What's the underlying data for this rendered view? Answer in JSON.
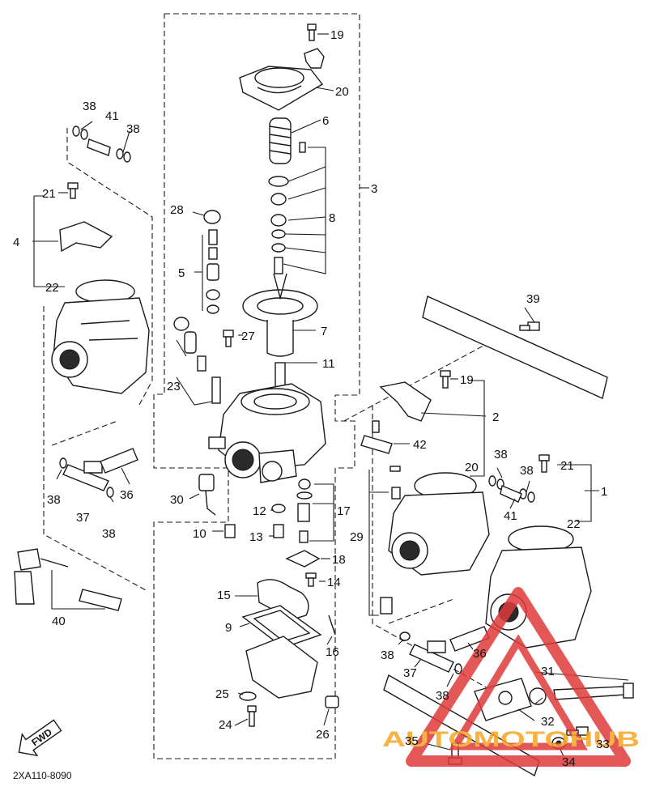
{
  "diagram": {
    "part_labels": [
      {
        "id": "19a",
        "text": "19"
      },
      {
        "id": "20a",
        "text": "20"
      },
      {
        "id": "6",
        "text": "6"
      },
      {
        "id": "3",
        "text": "3"
      },
      {
        "id": "8",
        "text": "8"
      },
      {
        "id": "38a",
        "text": "38"
      },
      {
        "id": "41a",
        "text": "41"
      },
      {
        "id": "38b",
        "text": "38"
      },
      {
        "id": "21a",
        "text": "21"
      },
      {
        "id": "4",
        "text": "4"
      },
      {
        "id": "22a",
        "text": "22"
      },
      {
        "id": "28",
        "text": "28"
      },
      {
        "id": "5",
        "text": "5"
      },
      {
        "id": "27",
        "text": "27"
      },
      {
        "id": "7",
        "text": "7"
      },
      {
        "id": "11",
        "text": "11"
      },
      {
        "id": "23",
        "text": "23"
      },
      {
        "id": "39",
        "text": "39"
      },
      {
        "id": "19b",
        "text": "19"
      },
      {
        "id": "2",
        "text": "2"
      },
      {
        "id": "42",
        "text": "42"
      },
      {
        "id": "38c",
        "text": "38"
      },
      {
        "id": "37a",
        "text": "37"
      },
      {
        "id": "36a",
        "text": "36"
      },
      {
        "id": "38d",
        "text": "38"
      },
      {
        "id": "30",
        "text": "30"
      },
      {
        "id": "10",
        "text": "10"
      },
      {
        "id": "12",
        "text": "12"
      },
      {
        "id": "13",
        "text": "13"
      },
      {
        "id": "17",
        "text": "17"
      },
      {
        "id": "18",
        "text": "18"
      },
      {
        "id": "14",
        "text": "14"
      },
      {
        "id": "29",
        "text": "29"
      },
      {
        "id": "20b",
        "text": "20"
      },
      {
        "id": "38e",
        "text": "38"
      },
      {
        "id": "38f",
        "text": "38"
      },
      {
        "id": "21b",
        "text": "21"
      },
      {
        "id": "1",
        "text": "1"
      },
      {
        "id": "41b",
        "text": "41"
      },
      {
        "id": "22b",
        "text": "22"
      },
      {
        "id": "40",
        "text": "40"
      },
      {
        "id": "15",
        "text": "15"
      },
      {
        "id": "9",
        "text": "9"
      },
      {
        "id": "16",
        "text": "16"
      },
      {
        "id": "25",
        "text": "25"
      },
      {
        "id": "24",
        "text": "24"
      },
      {
        "id": "26",
        "text": "26"
      },
      {
        "id": "38g",
        "text": "38"
      },
      {
        "id": "36b",
        "text": "36"
      },
      {
        "id": "37b",
        "text": "37"
      },
      {
        "id": "38h",
        "text": "38"
      },
      {
        "id": "31",
        "text": "31"
      },
      {
        "id": "32",
        "text": "32"
      },
      {
        "id": "35",
        "text": "35"
      },
      {
        "id": "33",
        "text": "33"
      },
      {
        "id": "34",
        "text": "34"
      }
    ],
    "direction_marker": "FWD",
    "drawing_code": "2XA110-8090",
    "watermark": {
      "text": "AUTOMOTOHUB",
      "primary_color": "#f5a623",
      "secondary_color": "#e03a3a"
    },
    "line_color": "#1a1a1a"
  }
}
